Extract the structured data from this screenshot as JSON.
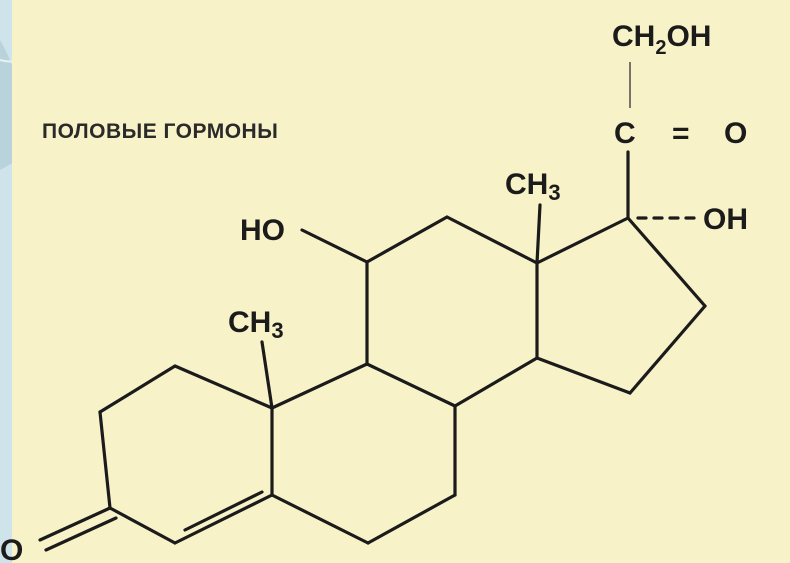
{
  "caption": "ПОЛОВЫЕ ГОРМОНЫ",
  "atoms": {
    "ch2oh": "CH",
    "ch2oh_sub": "2",
    "ch2oh_tail": "OH",
    "carbonyl_c": "C",
    "carbonyl_eq": "=",
    "carbonyl_o": "O",
    "ch3_c13": "CH",
    "ch3_c13_sub": "3",
    "ho_c11": "HO",
    "oh_c17": "OH",
    "ch3_c10": "CH",
    "ch3_c10_sub": "3",
    "o_c3": "O"
  },
  "colors": {
    "background": "#f8f2c8",
    "ink": "#1b1b1b",
    "slide_edge": "#cfe3ea"
  }
}
